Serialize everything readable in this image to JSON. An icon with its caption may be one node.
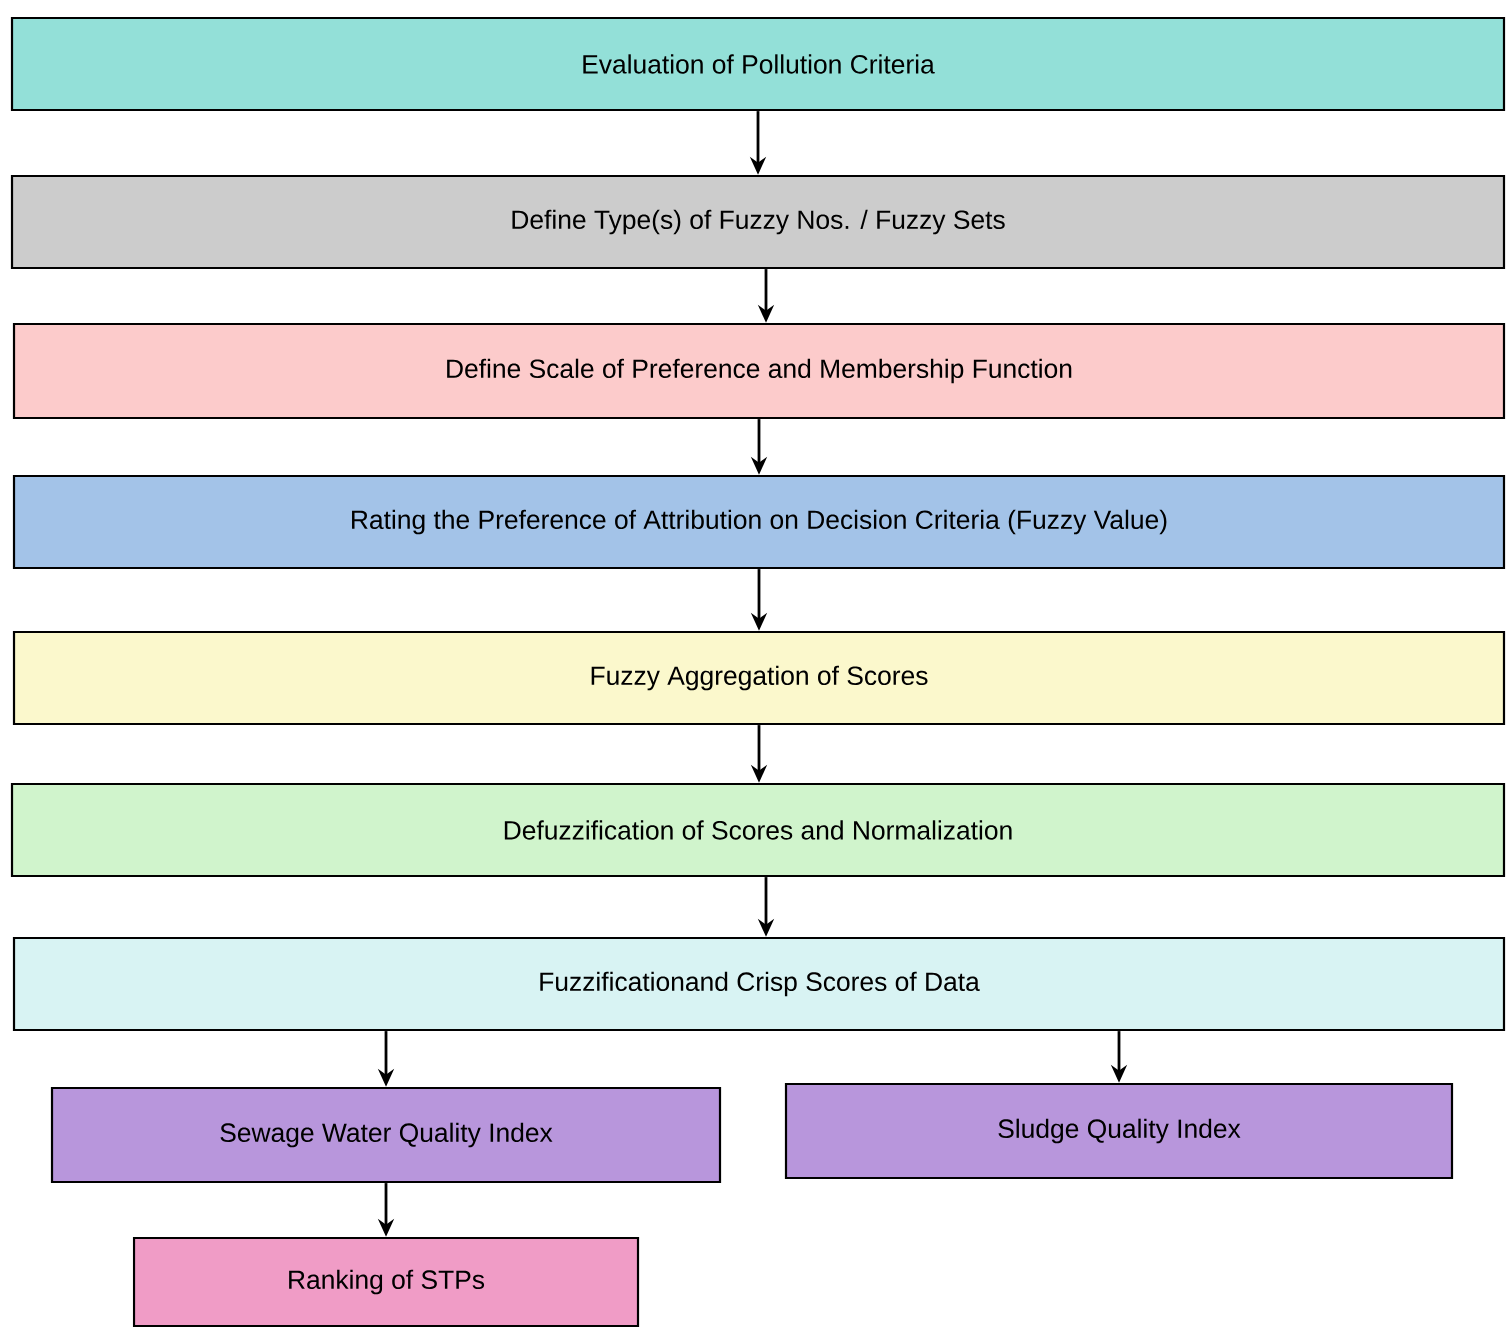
{
  "diagram": {
    "nodes": [
      {
        "text": [
          "Evaluation of Pollution Criteria"
        ]
      },
      {
        "text": [
          "Define Type(s) of Fuzzy Nos. / Fuzzy Sets"
        ]
      },
      {
        "text": [
          "Define Scale of Preference and Membership Function"
        ]
      },
      {
        "text": [
          "Rating the Preference of Attribution on Decision Criteria (Fuzzy Value)"
        ]
      },
      {
        "text": [
          "Fuzzy Aggregation of Scores"
        ]
      },
      {
        "text": [
          "Defuzzification of Scores and Normalization"
        ]
      },
      {
        "text": [
          "Fuzzificationand Crisp Scores of Data"
        ]
      },
      {
        "text": [
          "Sewage Water Quality Index"
        ]
      },
      {
        "text": [
          "Sludge Quality Index"
        ]
      },
      {
        "text": [
          "Ranking of STPs"
        ]
      }
    ],
    "edges": [
      {
        "from": 0,
        "to": 1,
        "arrow": "to"
      },
      {
        "from": 1,
        "to": 2,
        "arrow": "to"
      },
      {
        "from": 2,
        "to": 3,
        "arrow": "to"
      },
      {
        "from": 3,
        "to": 4,
        "arrow": "to"
      },
      {
        "from": 4,
        "to": 5,
        "arrow": "to"
      },
      {
        "from": 5,
        "to": 6,
        "arrow": "to"
      },
      {
        "from": 6,
        "to": 7,
        "arrow": "to"
      },
      {
        "from": 6,
        "to": 8,
        "arrow": "to"
      },
      {
        "from": 7,
        "to": 9,
        "arrow": "to"
      }
    ]
  }
}
